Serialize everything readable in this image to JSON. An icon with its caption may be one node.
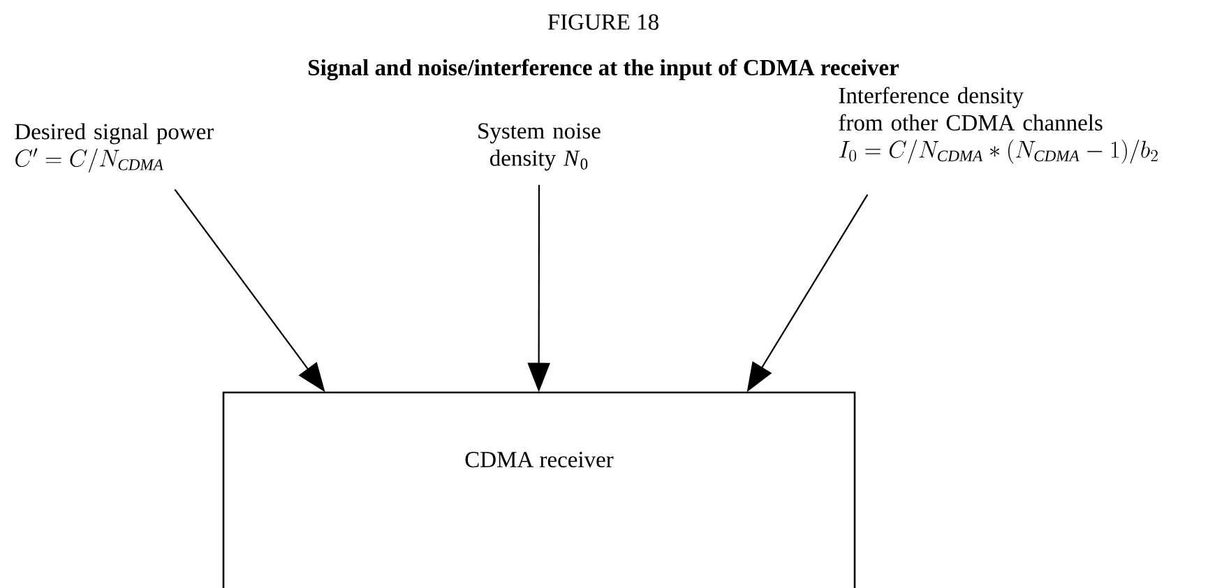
{
  "diagram": {
    "title": "Signal and noise/interference at the input of CDMA receiver",
    "nodes": [
      {
        "text": [
          "Desired signal power",
          "C' = C/N_{\\mathit{CDMA}}"
        ]
      },
      {
        "text": [
          "System noise density *N*$_{0}$"
        ]
      },
      {
        "text": [
          "Interference density from other CDMA channels",
          "I_0 = C/N_{\\mathit{CDMA}} * (N_{\\mathit{CDMA}} - 1)/b_2"
        ]
      },
      {
        "text": [
          "CDMA receiver"
        ]
      }
    ],
    "edges": [
      {
        "from": 0,
        "to": 3,
        "arrow": "to"
      },
      {
        "from": 1,
        "to": 3,
        "arrow": "to"
      },
      {
        "from": 2,
        "to": 3,
        "arrow": "to"
      }
    ],
    "labels": [
      "FIGURE 18"
    ]
  }
}
